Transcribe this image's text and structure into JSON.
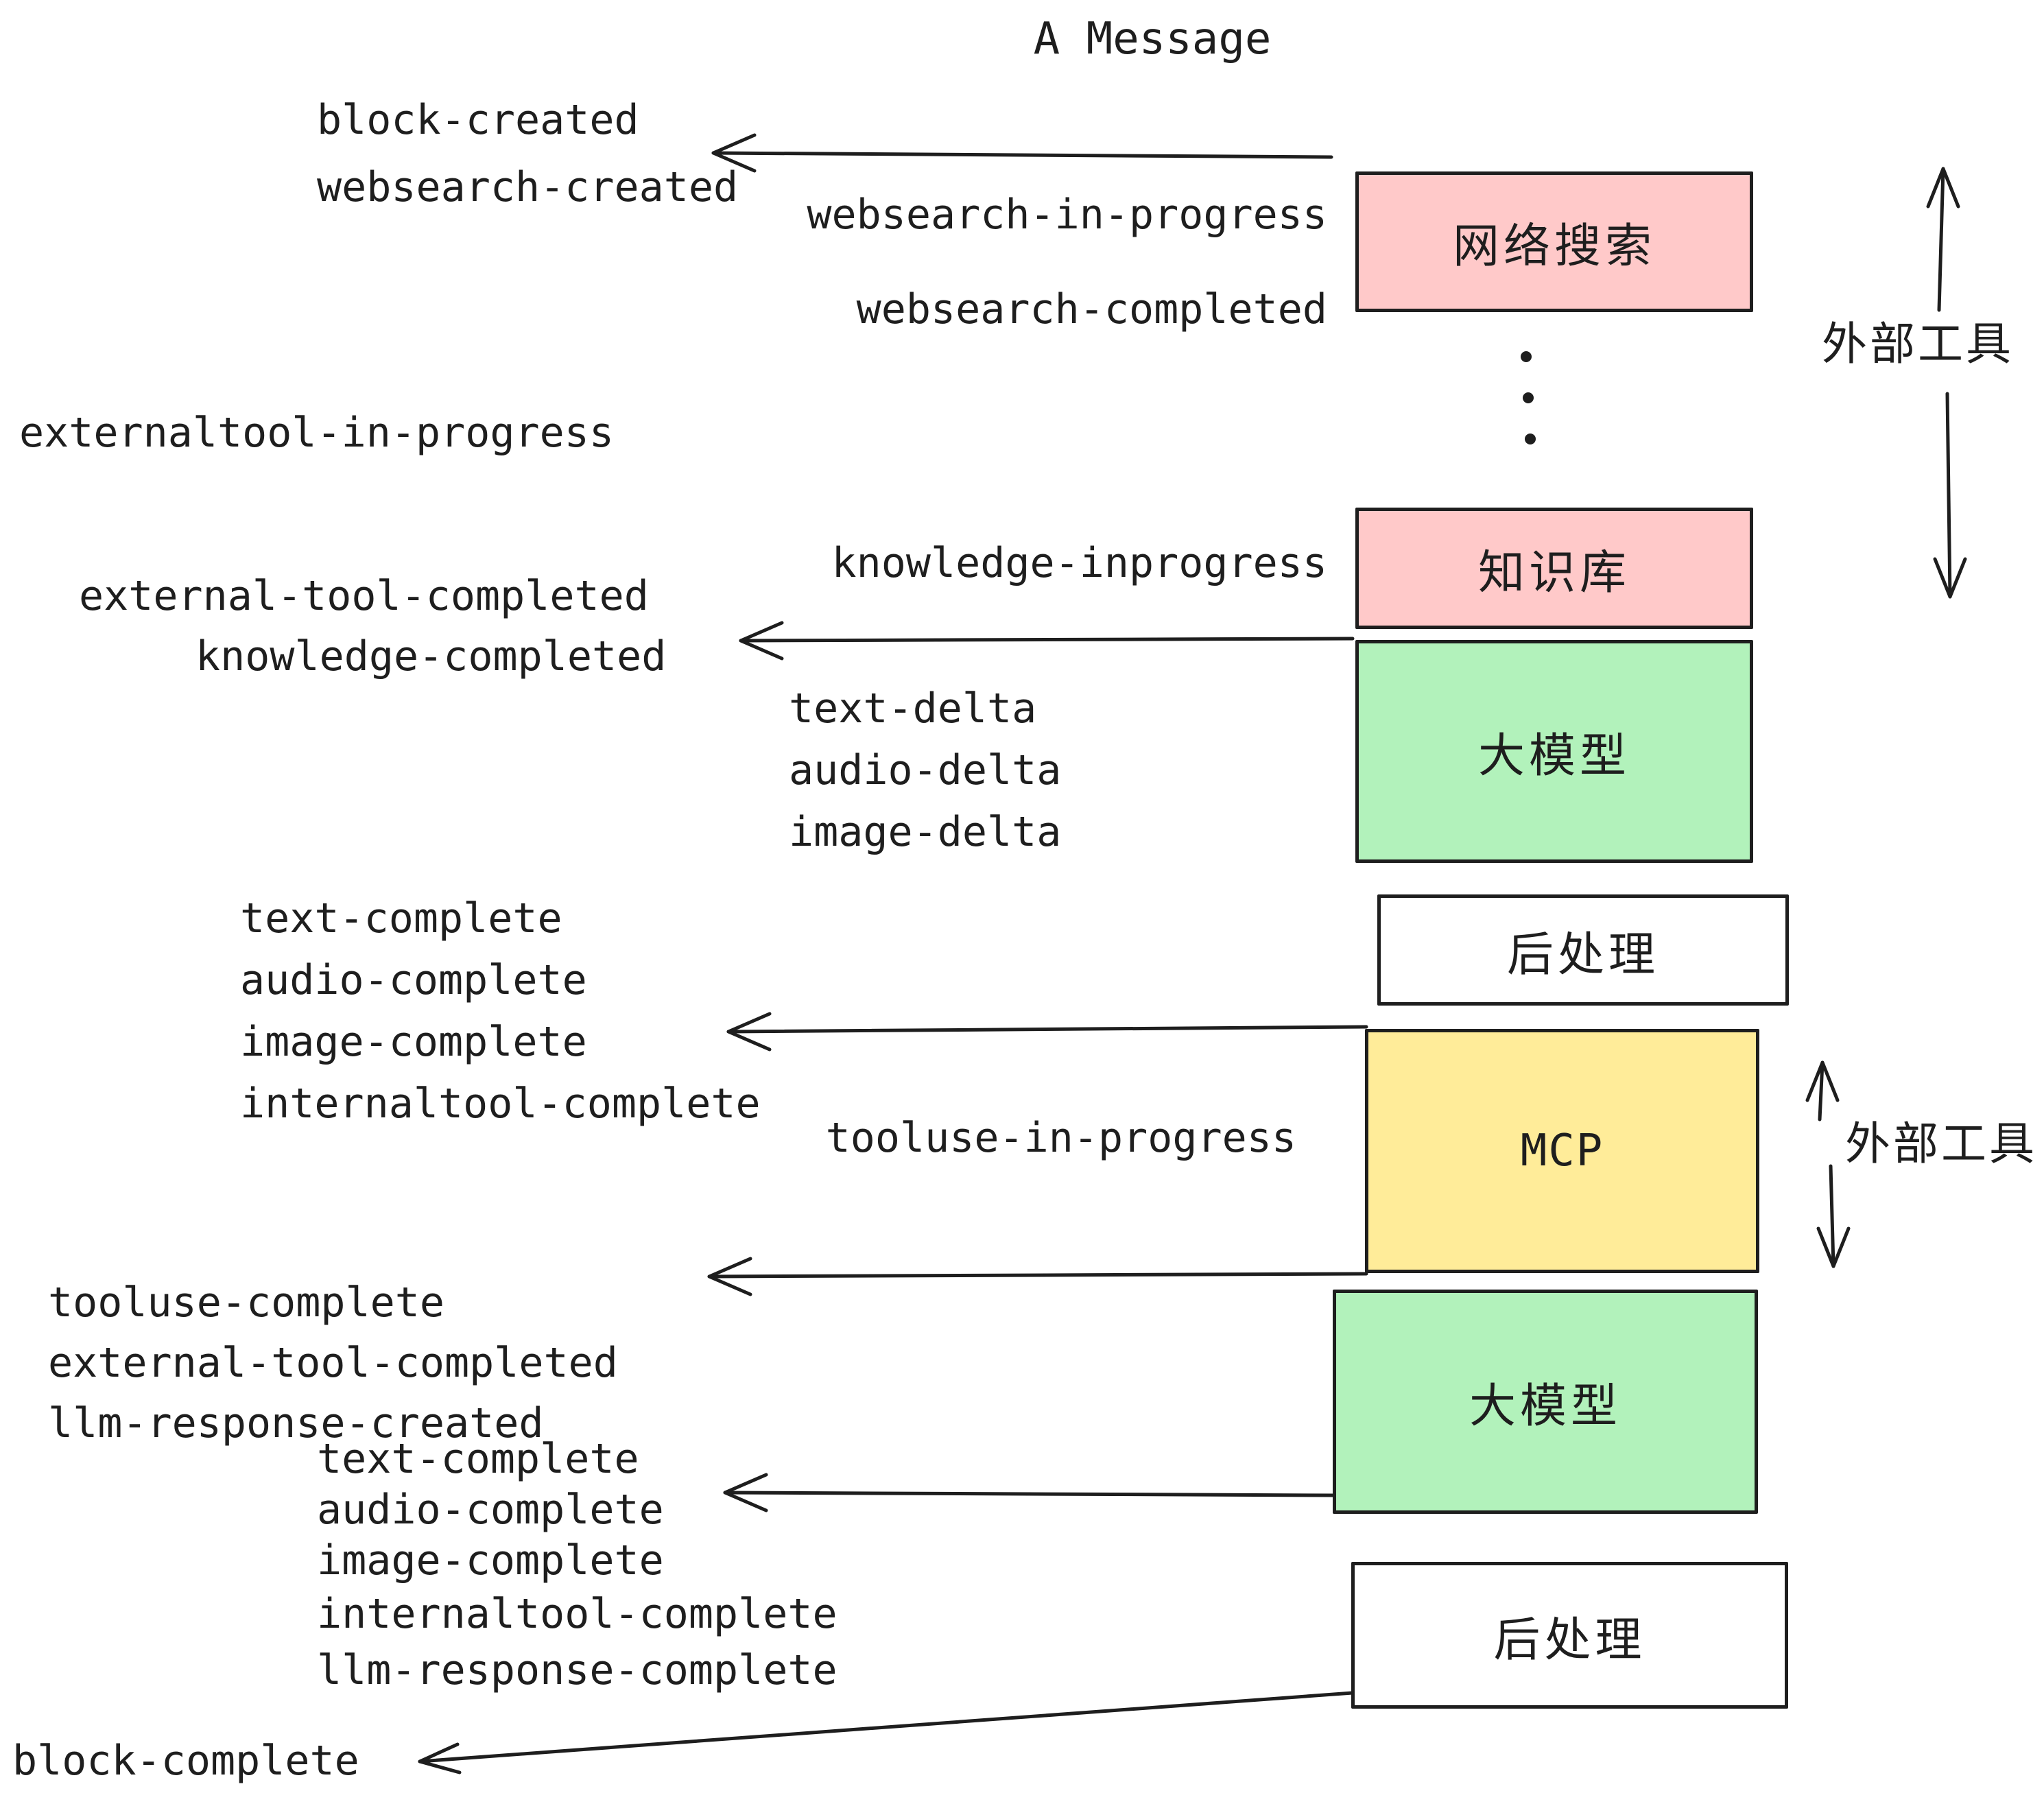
{
  "canvas": {
    "background": "#ffffff",
    "ink": "#1e1e1e"
  },
  "title": "A Message",
  "events": {
    "block_created": "block-created",
    "websearch_created": "websearch-created",
    "websearch_in_progress": "websearch-in-progress",
    "websearch_completed": "websearch-completed",
    "externaltool_in_progress": "externaltool-in-progress",
    "knowledge_inprogress": "knowledge-inprogress",
    "external_tool_completed": "external-tool-completed",
    "knowledge_completed": "knowledge-completed",
    "text_delta": "text-delta",
    "audio_delta": "audio-delta",
    "image_delta": "image-delta",
    "text_complete": "text-complete",
    "audio_complete": "audio-complete",
    "image_complete": "image-complete",
    "internaltool_complete": "internaltool-complete",
    "tooluse_in_progress": "tooluse-in-progress",
    "tooluse_complete": "tooluse-complete",
    "llm_response_created": "llm-response-created",
    "llm_response_complete": "llm-response-complete",
    "block_complete": "block-complete"
  },
  "boxes": {
    "websearch": {
      "label": "网络搜索",
      "fill": "#ffc9c9"
    },
    "knowledge": {
      "label": "知识库",
      "fill": "#ffc9c9"
    },
    "llm_top": {
      "label": "大模型",
      "fill": "#b2f2bb"
    },
    "post_top": {
      "label": "后处理",
      "fill": "#ffffff"
    },
    "mcp": {
      "label": "MCP",
      "fill": "#ffec99"
    },
    "llm_bottom": {
      "label": "大模型",
      "fill": "#b2f2bb"
    },
    "post_bottom": {
      "label": "后处理",
      "fill": "#ffffff"
    }
  },
  "side_labels": {
    "external_tools_top": "外部工具",
    "external_tools_mcp": "外部工具"
  }
}
